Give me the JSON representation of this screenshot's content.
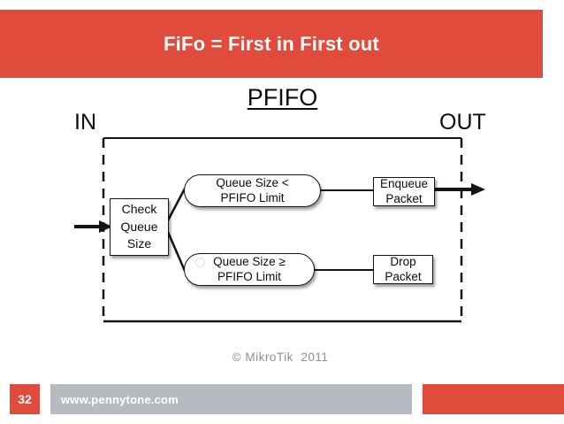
{
  "header": {
    "title": "FiFo = First in First out"
  },
  "diagram": {
    "title": "PFIFO",
    "in_label": "IN",
    "out_label": "OUT",
    "check_box": "Check\nQueue\nSize",
    "upper_condition": "Queue Size <\nPFIFO Limit",
    "lower_condition": "Queue Size ≥\nPFIFO Limit",
    "enqueue_box": "Enqueue\nPacket",
    "drop_box": "Drop\nPacket",
    "copyright": "© MikroTik  2011"
  },
  "footer": {
    "page_number": "32",
    "website": "www.pennytone.com"
  },
  "colors": {
    "accent_red": "#E14B3C",
    "footer_gray": "#B5BBC1",
    "copyright_gray": "#8F8F8F",
    "line_black": "#141414"
  }
}
